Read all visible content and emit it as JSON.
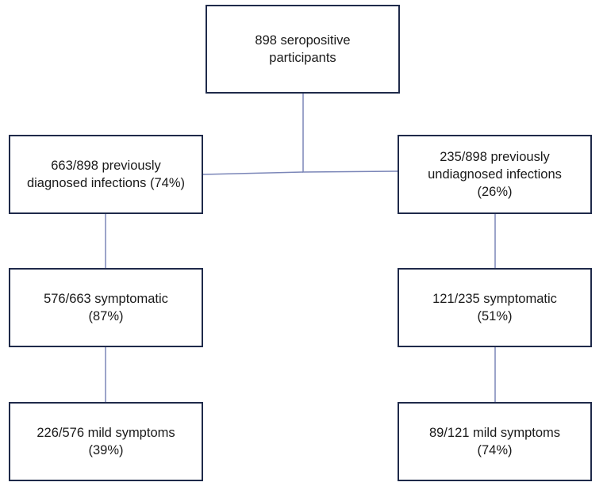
{
  "colors": {
    "box_border": "#1f2a4a",
    "connector": "#7b86b8",
    "text": "#1a1a1a",
    "background": "#ffffff"
  },
  "root": {
    "line1": "898 seropositive",
    "line2": "participants"
  },
  "left": {
    "diagnosed": {
      "line1": "663/898 previously",
      "line2": "diagnosed infections (74%)"
    },
    "symptomatic": {
      "line1": "576/663 symptomatic",
      "line2": "(87%)"
    },
    "mild": {
      "line1": "226/576 mild symptoms",
      "line2": "(39%)"
    }
  },
  "right": {
    "undiagnosed": {
      "line1": "235/898 previously",
      "line2": "undiagnosed infections",
      "line3": "(26%)"
    },
    "symptomatic": {
      "line1": "121/235 symptomatic",
      "line2": "(51%)"
    },
    "mild": {
      "line1": "89/121 mild symptoms",
      "line2": "(74%)"
    }
  }
}
